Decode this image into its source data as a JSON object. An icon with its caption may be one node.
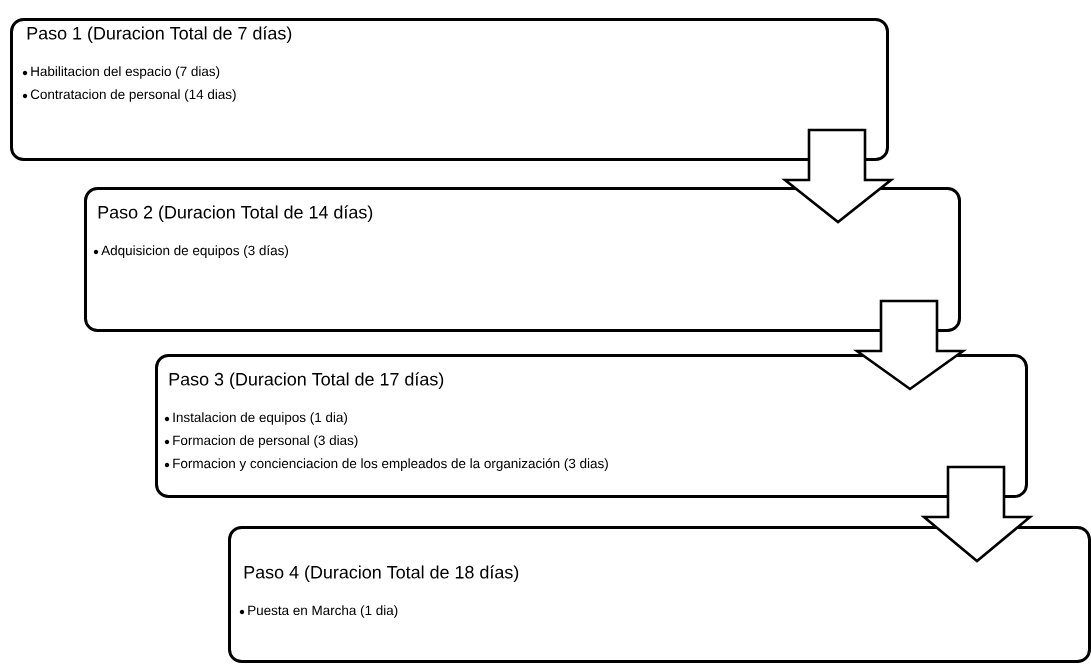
{
  "diagram": {
    "nodes": [
      {
        "text": [
          "Paso 1 (Duracion Total de 7 días)",
          "Habilitacion del espacio (7 dias)",
          "Contratacion de personal (14 dias)"
        ]
      },
      {
        "text": [
          "Paso 2 (Duracion Total de 14 días)",
          "Adquisicion de equipos (3 días)"
        ]
      },
      {
        "text": [
          "Paso 3 (Duracion Total de 17 días)",
          "Instalacion de equipos (1 dia)",
          "Formacion de personal (3 dias)",
          "Formacion y concienciacion de los empleados de la organización (3 dias)"
        ]
      },
      {
        "text": [
          "Paso 4 (Duracion Total de 18 días)",
          "Puesta en Marcha (1 dia)"
        ]
      }
    ],
    "edges": [
      {
        "from": 0,
        "to": 1,
        "arrow": "to"
      },
      {
        "from": 1,
        "to": 2,
        "arrow": "to"
      },
      {
        "from": 2,
        "to": 3,
        "arrow": "to"
      }
    ]
  }
}
